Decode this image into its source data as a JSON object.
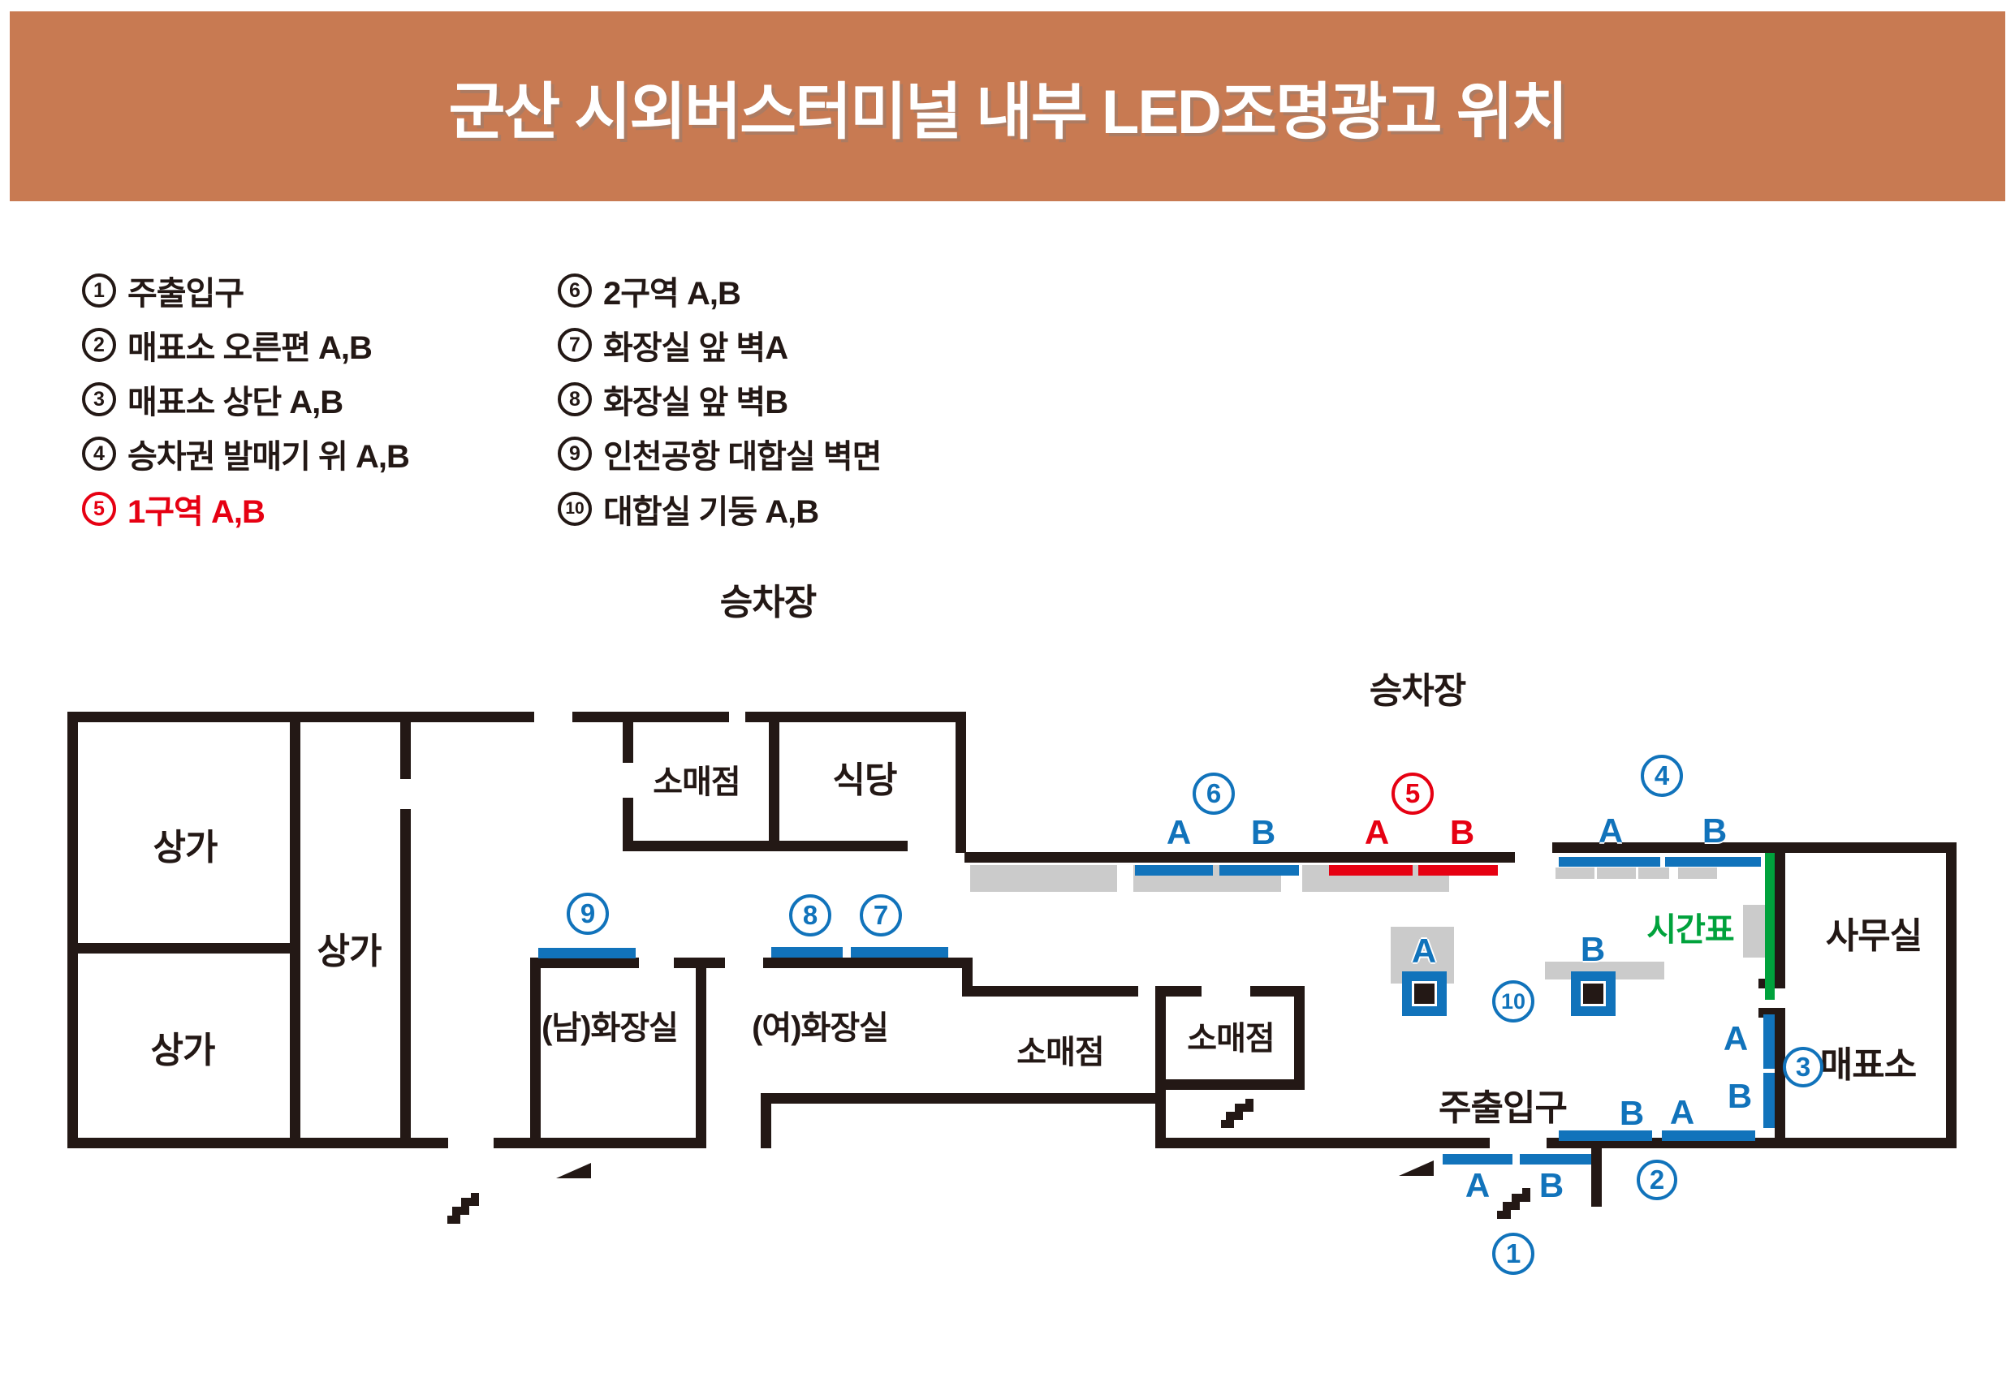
{
  "colors": {
    "orange": "#c87a52",
    "blue": "#1173bb",
    "red": "#e60012",
    "green": "#00a23c",
    "wall": "#231815",
    "gray": "#cbcbcb"
  },
  "header": {
    "title": "군산 시외버스터미널 내부 LED조명광고 위치"
  },
  "legend": {
    "left": [
      {
        "num": "1",
        "label": "주출입구",
        "color": "black"
      },
      {
        "num": "2",
        "label": "매표소 오른편 A,B",
        "color": "black"
      },
      {
        "num": "3",
        "label": "매표소 상단 A,B",
        "color": "black"
      },
      {
        "num": "4",
        "label": "승차권 발매기 위 A,B",
        "color": "black"
      },
      {
        "num": "5",
        "label": "1구역 A,B",
        "color": "red"
      }
    ],
    "right": [
      {
        "num": "6",
        "label": "2구역 A,B",
        "color": "black"
      },
      {
        "num": "7",
        "label": "화장실 앞 벽A",
        "color": "black"
      },
      {
        "num": "8",
        "label": "화장실 앞 벽B",
        "color": "black"
      },
      {
        "num": "9",
        "label": "인천공항 대합실 벽면",
        "color": "black"
      },
      {
        "num": "10",
        "label": "대합실 기둥 A,B",
        "color": "black"
      }
    ]
  },
  "map": {
    "platform_label_top": "승차장",
    "platform_label_right": "승차장",
    "rooms": {
      "shop_top": "상가",
      "shop_mid": "상가",
      "shop_bottom": "상가",
      "retail_upper": "소매점",
      "restaurant": "식당",
      "toilet_men": "(남)화장실",
      "toilet_women": "(여)화장실",
      "retail_center": "소매점",
      "retail_right": "소매점",
      "office": "사무실",
      "ticket_office": "매표소"
    },
    "timetable": "시간표",
    "main_entrance": "주출입구",
    "letters": {
      "a": "A",
      "b": "B"
    },
    "markers": {
      "m1": "1",
      "m2": "2",
      "m3": "3",
      "m4": "4",
      "m5": "5",
      "m6": "6",
      "m7": "7",
      "m8": "8",
      "m9": "9",
      "m10": "10"
    }
  }
}
